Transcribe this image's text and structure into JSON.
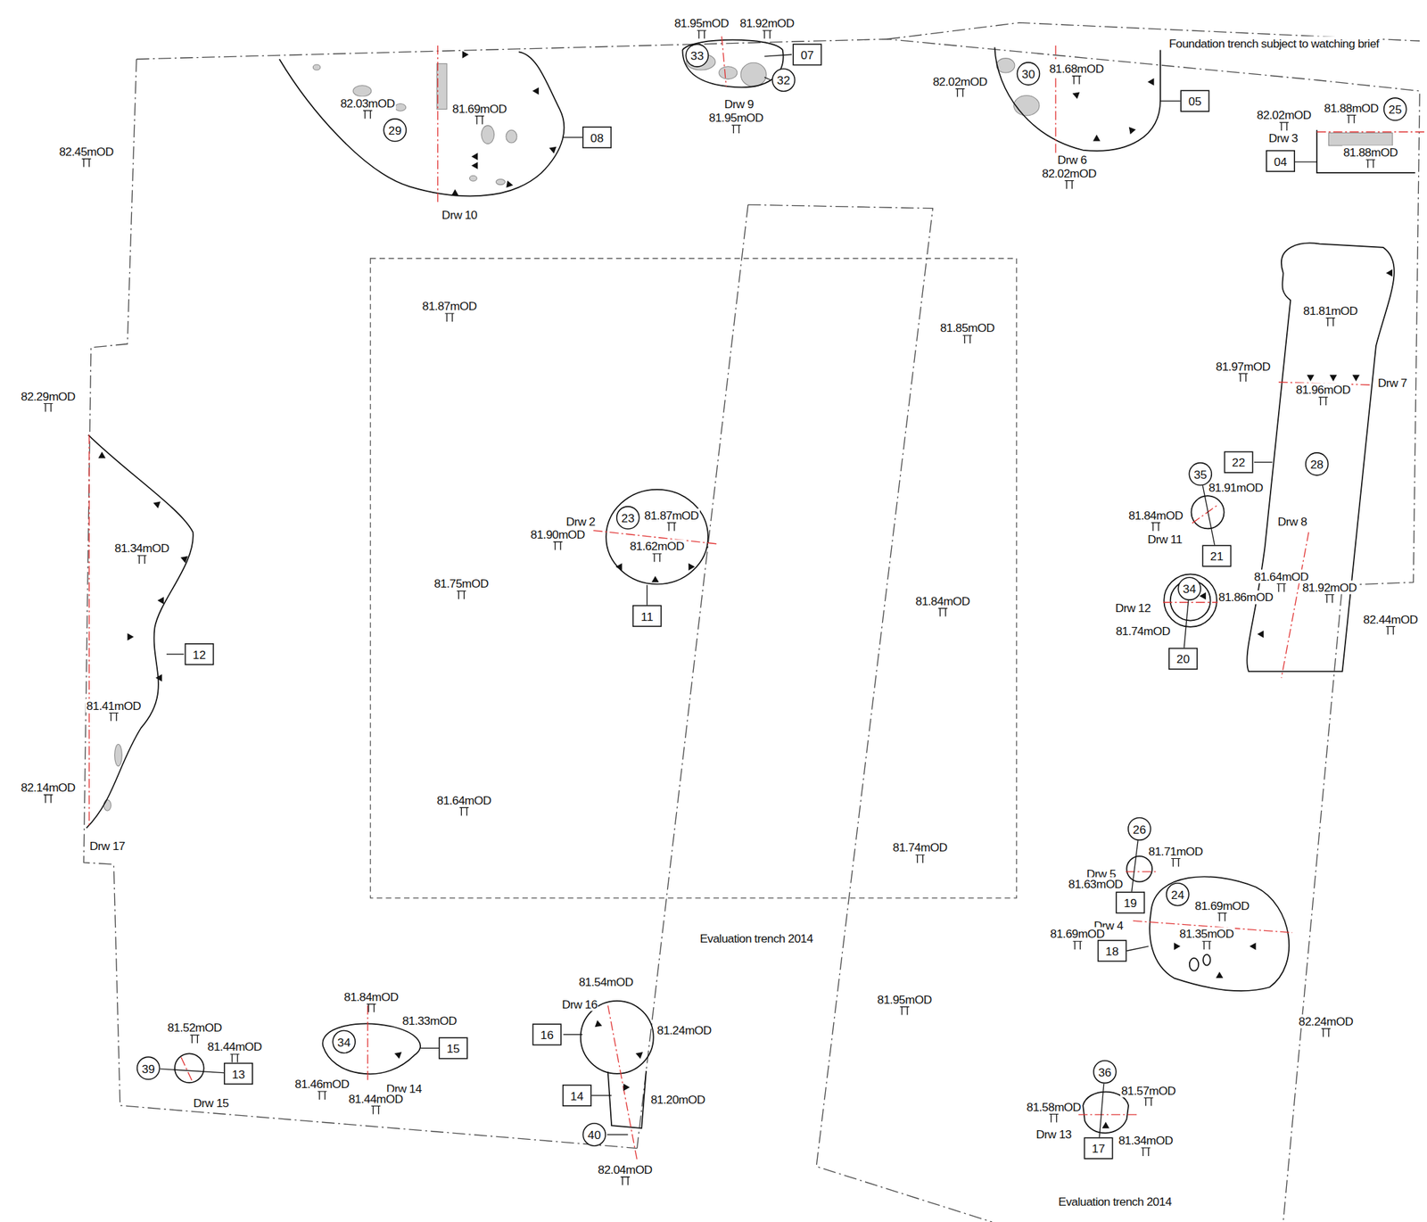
{
  "diagram": {
    "nodes": [
      {
        "text": [
          "33"
        ]
      },
      {
        "text": [
          "07"
        ]
      },
      {
        "text": [
          "32"
        ]
      },
      {
        "text": [
          "30"
        ]
      },
      {
        "text": [
          "05"
        ]
      },
      {
        "text": [
          "25"
        ]
      },
      {
        "text": [
          "29"
        ]
      },
      {
        "text": [
          "08"
        ]
      },
      {
        "text": [
          "04"
        ]
      },
      {
        "text": [
          "22"
        ]
      },
      {
        "text": [
          "28"
        ]
      },
      {
        "text": [
          "35"
        ]
      },
      {
        "text": [
          "23"
        ]
      },
      {
        "text": [
          "21"
        ]
      },
      {
        "text": [
          "34"
        ]
      },
      {
        "text": [
          "11"
        ]
      },
      {
        "text": [
          "12"
        ]
      },
      {
        "text": [
          "20"
        ]
      },
      {
        "text": [
          "26"
        ]
      },
      {
        "text": [
          "19"
        ]
      },
      {
        "text": [
          "24"
        ]
      },
      {
        "text": [
          "18"
        ]
      },
      {
        "text": [
          "16"
        ]
      },
      {
        "text": [
          "34"
        ]
      },
      {
        "text": [
          "15"
        ]
      },
      {
        "text": [
          "39"
        ]
      },
      {
        "text": [
          "36"
        ]
      },
      {
        "text": [
          "13"
        ]
      },
      {
        "text": [
          "14"
        ]
      },
      {
        "text": [
          "17"
        ]
      },
      {
        "text": [
          "40"
        ]
      }
    ],
    "edges": [
      {
        "from": 11,
        "to": 13,
        "arrow": "none"
      },
      {
        "from": 14,
        "to": 17,
        "arrow": "none"
      },
      {
        "from": 18,
        "to": 19,
        "arrow": "none"
      },
      {
        "from": 26,
        "to": 29,
        "arrow": "none"
      },
      {
        "from": 25,
        "to": 27,
        "arrow": "none"
      }
    ],
    "labels": [
      "82.45mOD",
      "82.03mOD",
      "81.69mOD",
      "Drw 10",
      "81.95mOD",
      "81.92mOD",
      "Drw 9",
      "81.95mOD",
      "82.02mOD",
      "81.68mOD",
      "Drw 6",
      "82.02mOD",
      "Foundation trench subject to watching brief",
      "82.02mOD",
      "81.88mOD",
      "Drw 3",
      "81.88mOD",
      "82.29mOD",
      "81.34mOD",
      "81.41mOD",
      "82.14mOD",
      "Drw 17",
      "81.87mOD",
      "81.85mOD",
      "Drw 2",
      "81.87mOD",
      "81.90mOD",
      "81.62mOD",
      "81.75mOD",
      "81.84mOD",
      "81.64mOD",
      "81.74mOD",
      "Evaluation trench 2014",
      "81.81mOD",
      "81.97mOD",
      "81.96mOD",
      "Drw 7",
      "81.91mOD",
      "81.84mOD",
      "Drw 11",
      "Drw 8",
      "81.64mOD",
      "81.92mOD",
      "81.86mOD",
      "82.44mOD",
      "Drw 12",
      "81.74mOD",
      "81.71mOD",
      "Drw 5",
      "81.63mOD",
      "81.69mOD",
      "Drw 4",
      "81.69mOD",
      "81.35mOD",
      "82.24mOD",
      "81.95mOD",
      "81.57mOD",
      "81.58mOD",
      "Drw 13",
      "81.34mOD",
      "Evaluation trench 2014",
      "81.52mOD",
      "81.44mOD",
      "Drw 15",
      "81.84mOD",
      "81.33mOD",
      "81.46mOD",
      "Drw 14",
      "81.44mOD",
      "81.54mOD",
      "Drw 16",
      "81.24mOD",
      "81.20mOD",
      "82.04mOD"
    ]
  }
}
